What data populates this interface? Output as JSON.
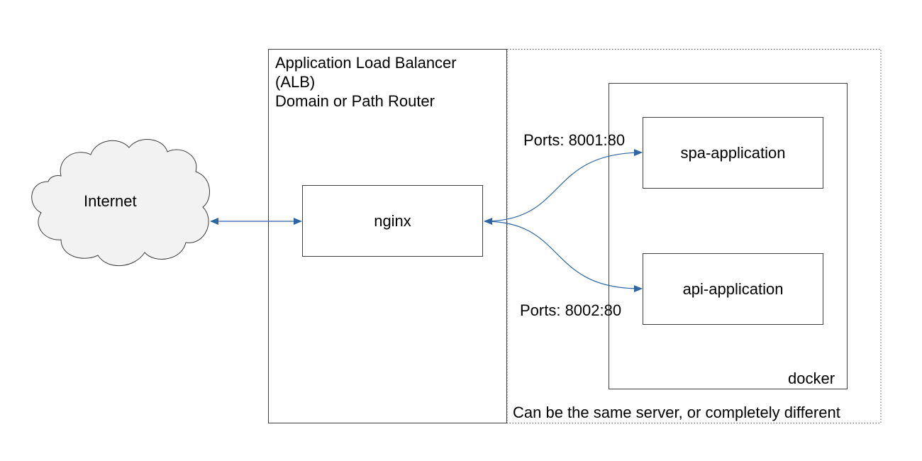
{
  "internet": {
    "label": "Internet"
  },
  "alb": {
    "title_line1": "Application Load Balancer",
    "title_line2": "(ALB)",
    "title_line3": "Domain or Path Router"
  },
  "nginx": {
    "label": "nginx"
  },
  "spa": {
    "label": "spa-application",
    "port_label": "Ports: 8001:80"
  },
  "api": {
    "label": "api-application",
    "port_label": "Ports: 8002:80"
  },
  "docker": {
    "label": "docker"
  },
  "server": {
    "note": "Can be the same server, or completely different"
  },
  "colors": {
    "stroke": "#3d3d3d",
    "arrow": "#2e65a3",
    "cloud_fill": "#f2f2f2"
  }
}
